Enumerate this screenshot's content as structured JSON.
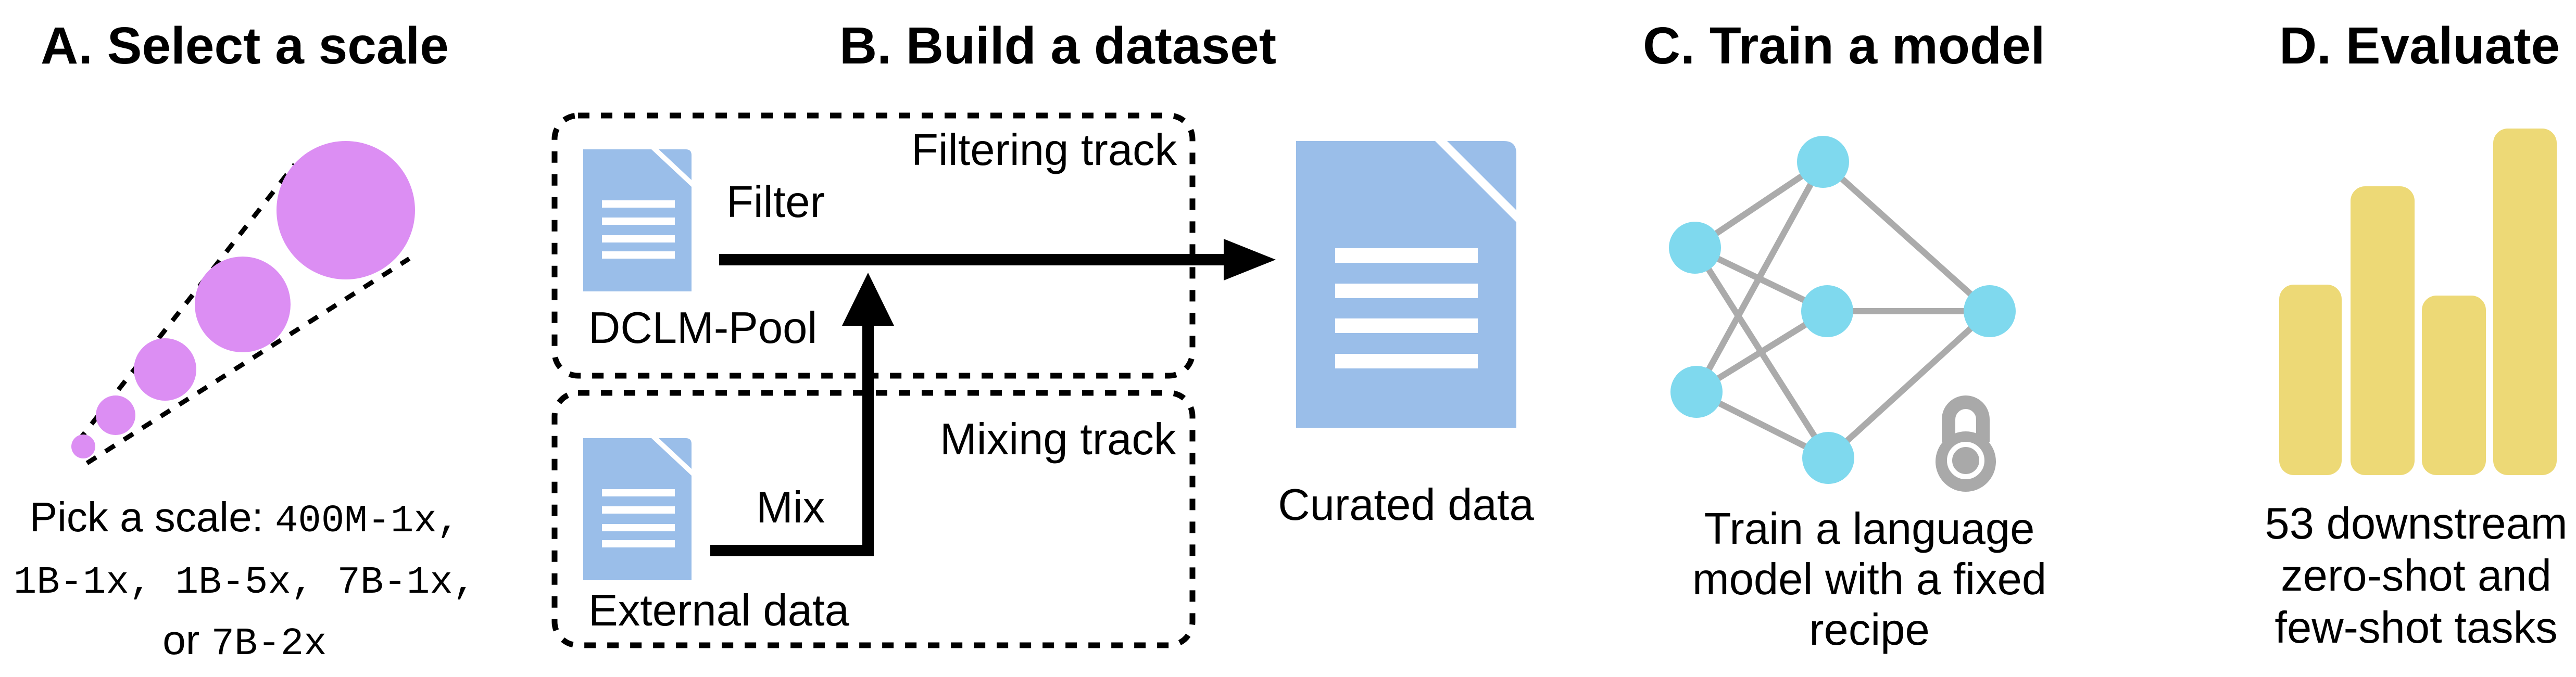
{
  "figure": {
    "description": "Four-step workflow diagram: select a scale, build a dataset, train a model, evaluate"
  },
  "colors": {
    "purple": "#DC8EF3",
    "docblue": "#9ABEE9",
    "cyan": "#7FD9EE",
    "yellow": "#EDD976",
    "edgegray": "#ABABAB",
    "lockgray": "#A9A9A9",
    "ink": "#000000"
  },
  "icons": [
    "scale-cone-icon",
    "document-icon",
    "arrow-icon",
    "neural-network-icon",
    "lock-icon",
    "bar-chart-icon"
  ],
  "panelA": {
    "title": "A. Select a scale",
    "caption": {
      "l1s": "Pick a scale: ",
      "l1m": "400M-1x,",
      "l2m": "1B-1x, 1B-5x, 7B-1x,",
      "l3s": "or ",
      "l3m": "7B-2x"
    }
  },
  "panelB": {
    "title": "B. Build a dataset",
    "filtering_track_label": "Filtering track",
    "mixing_track_label": "Mixing track",
    "filter_label": "Filter",
    "mix_label": "Mix",
    "dclm_pool_label": "DCLM-Pool",
    "external_data_label": "External data",
    "curated_data_label": "Curated data"
  },
  "panelC": {
    "title": "C. Train a model",
    "caption": "Train a language\nmodel with a fixed\nrecipe"
  },
  "panelD": {
    "title": "D. Evaluate",
    "caption": "53 downstream\nzero-shot and\nfew-shot tasks"
  }
}
